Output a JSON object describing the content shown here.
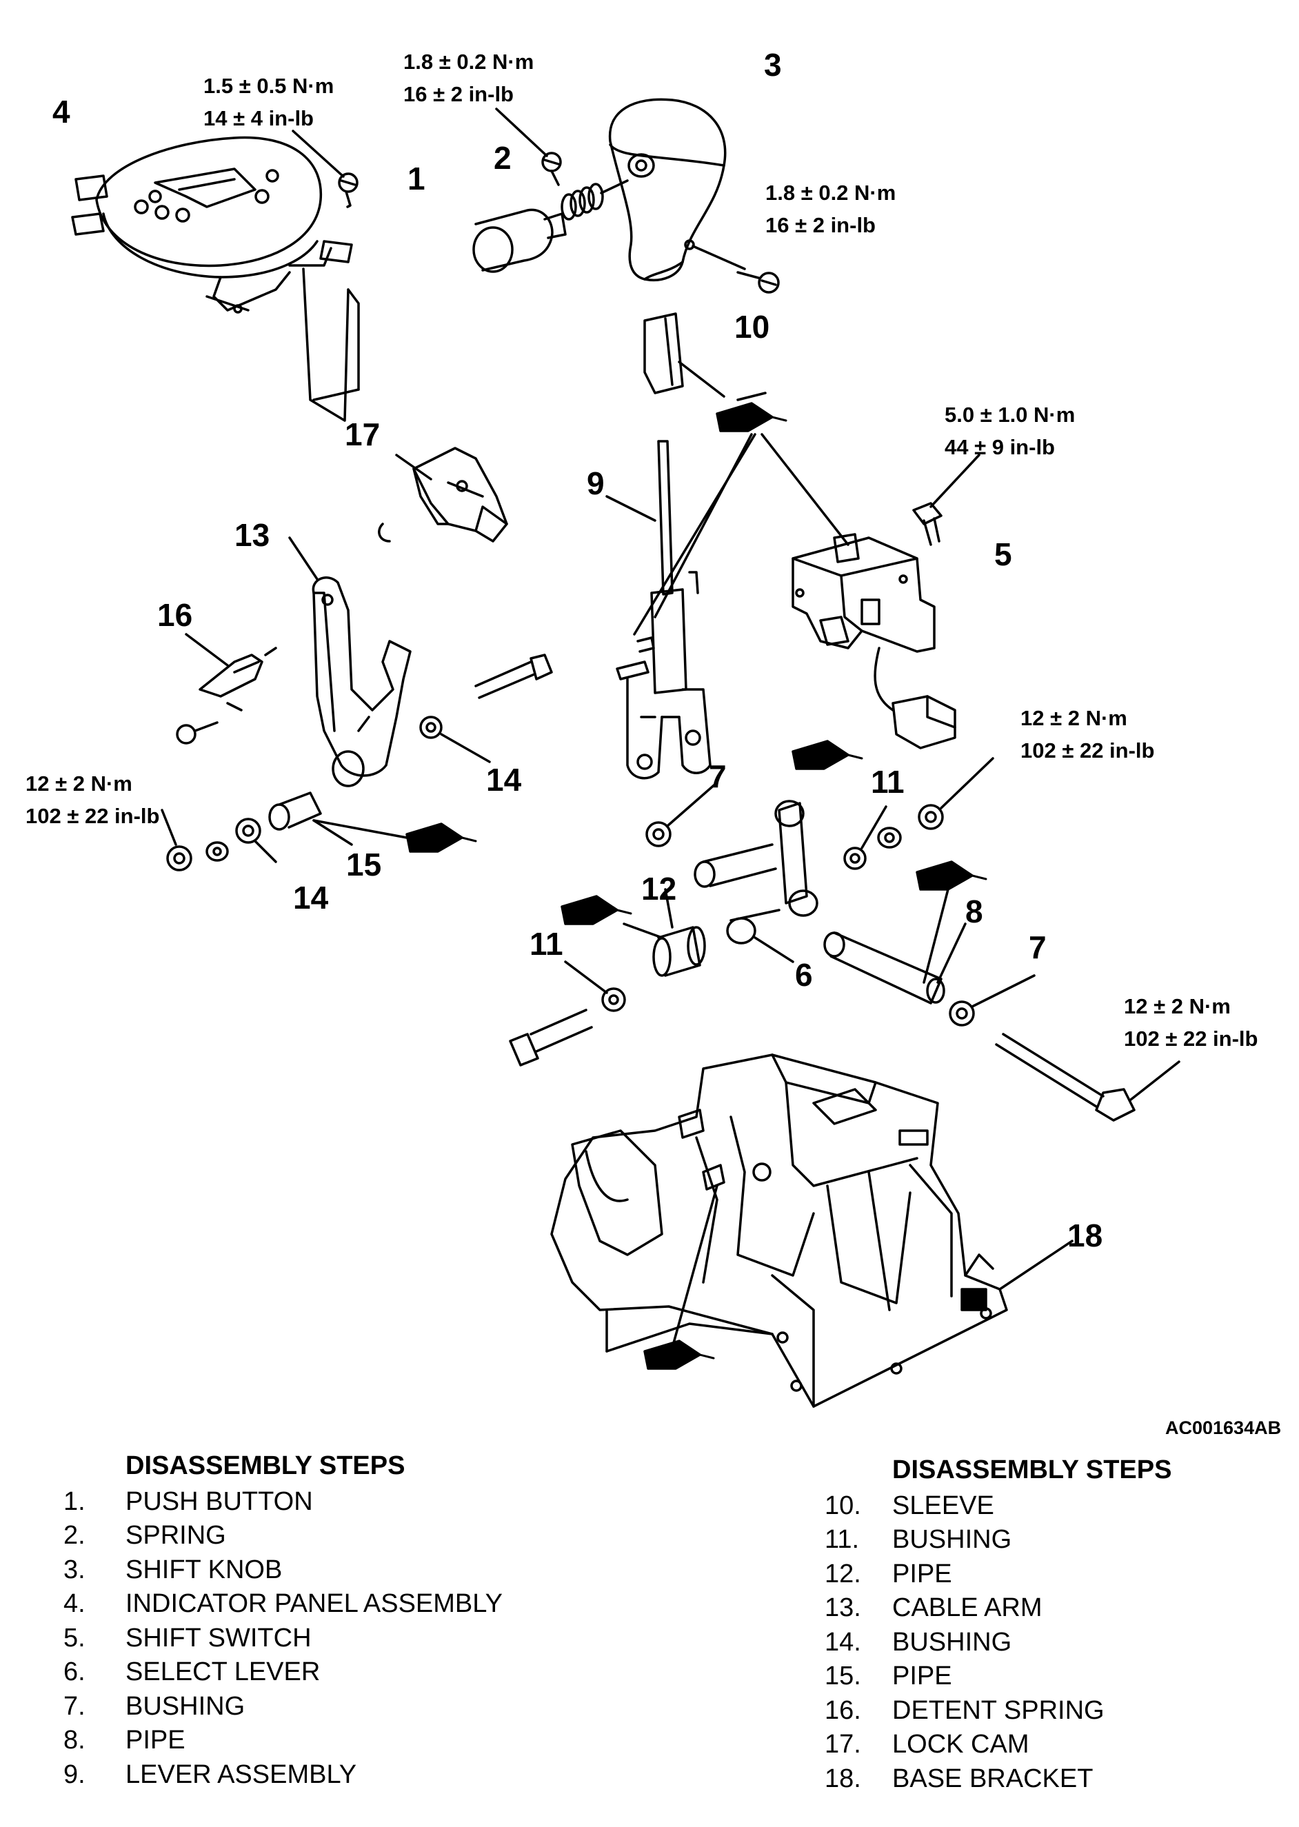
{
  "callouts": [
    "1",
    "2",
    "3",
    "4",
    "5",
    "6",
    "7",
    "7",
    "8",
    "9",
    "10",
    "11",
    "11",
    "12",
    "13",
    "14",
    "14",
    "15",
    "16",
    "17",
    "18"
  ],
  "torque_specs": {
    "part4_screw": [
      "1.5 ± 0.5 N·m",
      "14 ± 4 in-lb"
    ],
    "part2_screw": [
      "1.8 ± 0.2 N·m",
      "16 ± 2 in-lb"
    ],
    "part3_screw": [
      "1.8 ± 0.2 N·m",
      "16 ± 2 in-lb"
    ],
    "part5_bolt": [
      "5.0 ± 1.0 N·m",
      "44 ± 9 in-lb"
    ],
    "right_nut": [
      "12 ± 2 N·m",
      "102 ± 22 in-lb"
    ],
    "left_nut": [
      "12 ± 2 N·m",
      "102 ± 22 in-lb"
    ],
    "long_bolt": [
      "12 ± 2 N·m",
      "102 ± 22 in-lb"
    ]
  },
  "figure_code": "AC001634AB",
  "steps_left": {
    "title": "DISASSEMBLY STEPS",
    "items": [
      {
        "num": "1.",
        "label": "PUSH BUTTON"
      },
      {
        "num": "2.",
        "label": "SPRING"
      },
      {
        "num": "3.",
        "label": "SHIFT KNOB"
      },
      {
        "num": "4.",
        "label": "INDICATOR PANEL ASSEMBLY"
      },
      {
        "num": "5.",
        "label": "SHIFT SWITCH"
      },
      {
        "num": "6.",
        "label": "SELECT LEVER"
      },
      {
        "num": "7.",
        "label": "BUSHING"
      },
      {
        "num": "8.",
        "label": "PIPE"
      },
      {
        "num": "9.",
        "label": "LEVER ASSEMBLY"
      }
    ]
  },
  "steps_right": {
    "title": "DISASSEMBLY STEPS",
    "items": [
      {
        "num": "10.",
        "label": "SLEEVE"
      },
      {
        "num": "11.",
        "label": "BUSHING"
      },
      {
        "num": "12.",
        "label": "PIPE"
      },
      {
        "num": "13.",
        "label": "CABLE ARM"
      },
      {
        "num": "14.",
        "label": "BUSHING"
      },
      {
        "num": "15.",
        "label": "PIPE"
      },
      {
        "num": "16.",
        "label": "DETENT SPRING"
      },
      {
        "num": "17.",
        "label": "LOCK CAM"
      },
      {
        "num": "18.",
        "label": "BASE BRACKET"
      }
    ]
  }
}
